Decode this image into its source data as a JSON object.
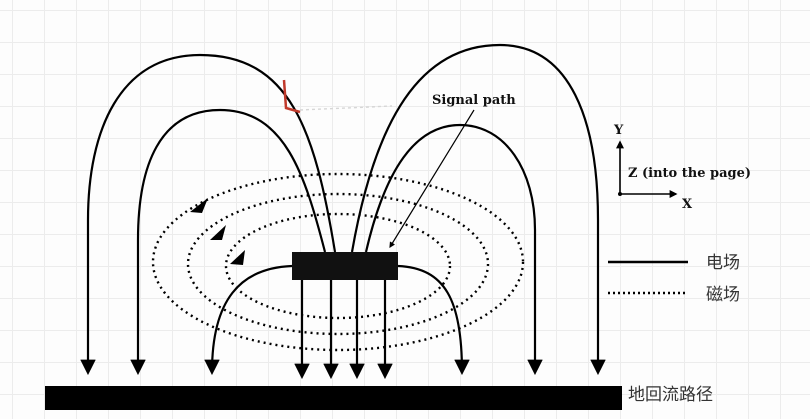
{
  "labels": {
    "signal_path": "Signal path",
    "axis_y": "Y",
    "axis_z": "Z (into the page)",
    "axis_x": "X",
    "legend_electric": "电场",
    "legend_magnetic": "磁场",
    "ground_return": "地回流路径"
  },
  "colors": {
    "line": "#000000",
    "grid": "#ececec",
    "mark": "#c0392b"
  }
}
